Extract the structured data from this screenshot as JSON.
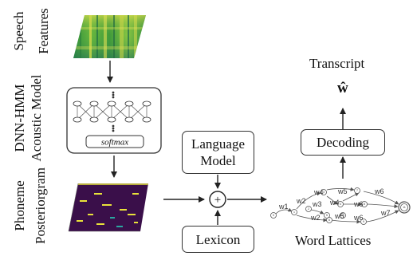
{
  "labels": {
    "speech": "Speech",
    "features": "Features",
    "dnn_hmm": "DNN-HMM",
    "acoustic_model": "Acoustic Model",
    "phoneme": "Phoneme",
    "posteriorgram": "Posteriorgram"
  },
  "softmax_label": "softmax",
  "language_model": {
    "line1": "Language",
    "line2": "Model"
  },
  "lexicon": "Lexicon",
  "combine_symbol": "+",
  "decoding": "Decoding",
  "transcript": "Transcript",
  "w_hat": "ŵ",
  "word_lattices": "Word Lattices",
  "lattice_words": [
    "w1",
    "w2",
    "w4",
    "w5",
    "w6",
    "w3",
    "w4",
    "w6",
    "w2",
    "w5",
    "w6",
    "w7"
  ],
  "lattice_nodes": [
    "0",
    "1",
    "2",
    "3",
    "4",
    "5",
    "6",
    "7",
    "8",
    "9",
    "10",
    "11"
  ],
  "colors": {
    "spectrogram_green": "#3f9a3a",
    "spectrogram_yellow": "#d7d84a",
    "posteriorgram_purple": "#3a0f4a",
    "posteriorgram_yellow": "#e8e23a",
    "line": "#222222"
  }
}
